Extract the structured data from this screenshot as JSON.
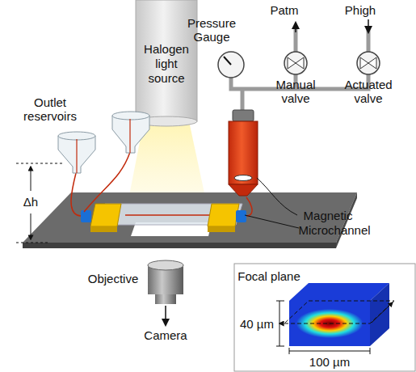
{
  "diagram": {
    "nodes": [
      {
        "text": [
          "Halogen light source"
        ]
      }
    ],
    "labels": [
      "Pressure Gauge",
      "Patm",
      "Phigh",
      "Manual valve",
      "Actuated valve",
      "Outlet reservoirs",
      "Δh",
      "Magnetic",
      "Microchannel",
      "Objective",
      "Camera",
      "Focal plane",
      "40 µm",
      "100 µm"
    ]
  }
}
